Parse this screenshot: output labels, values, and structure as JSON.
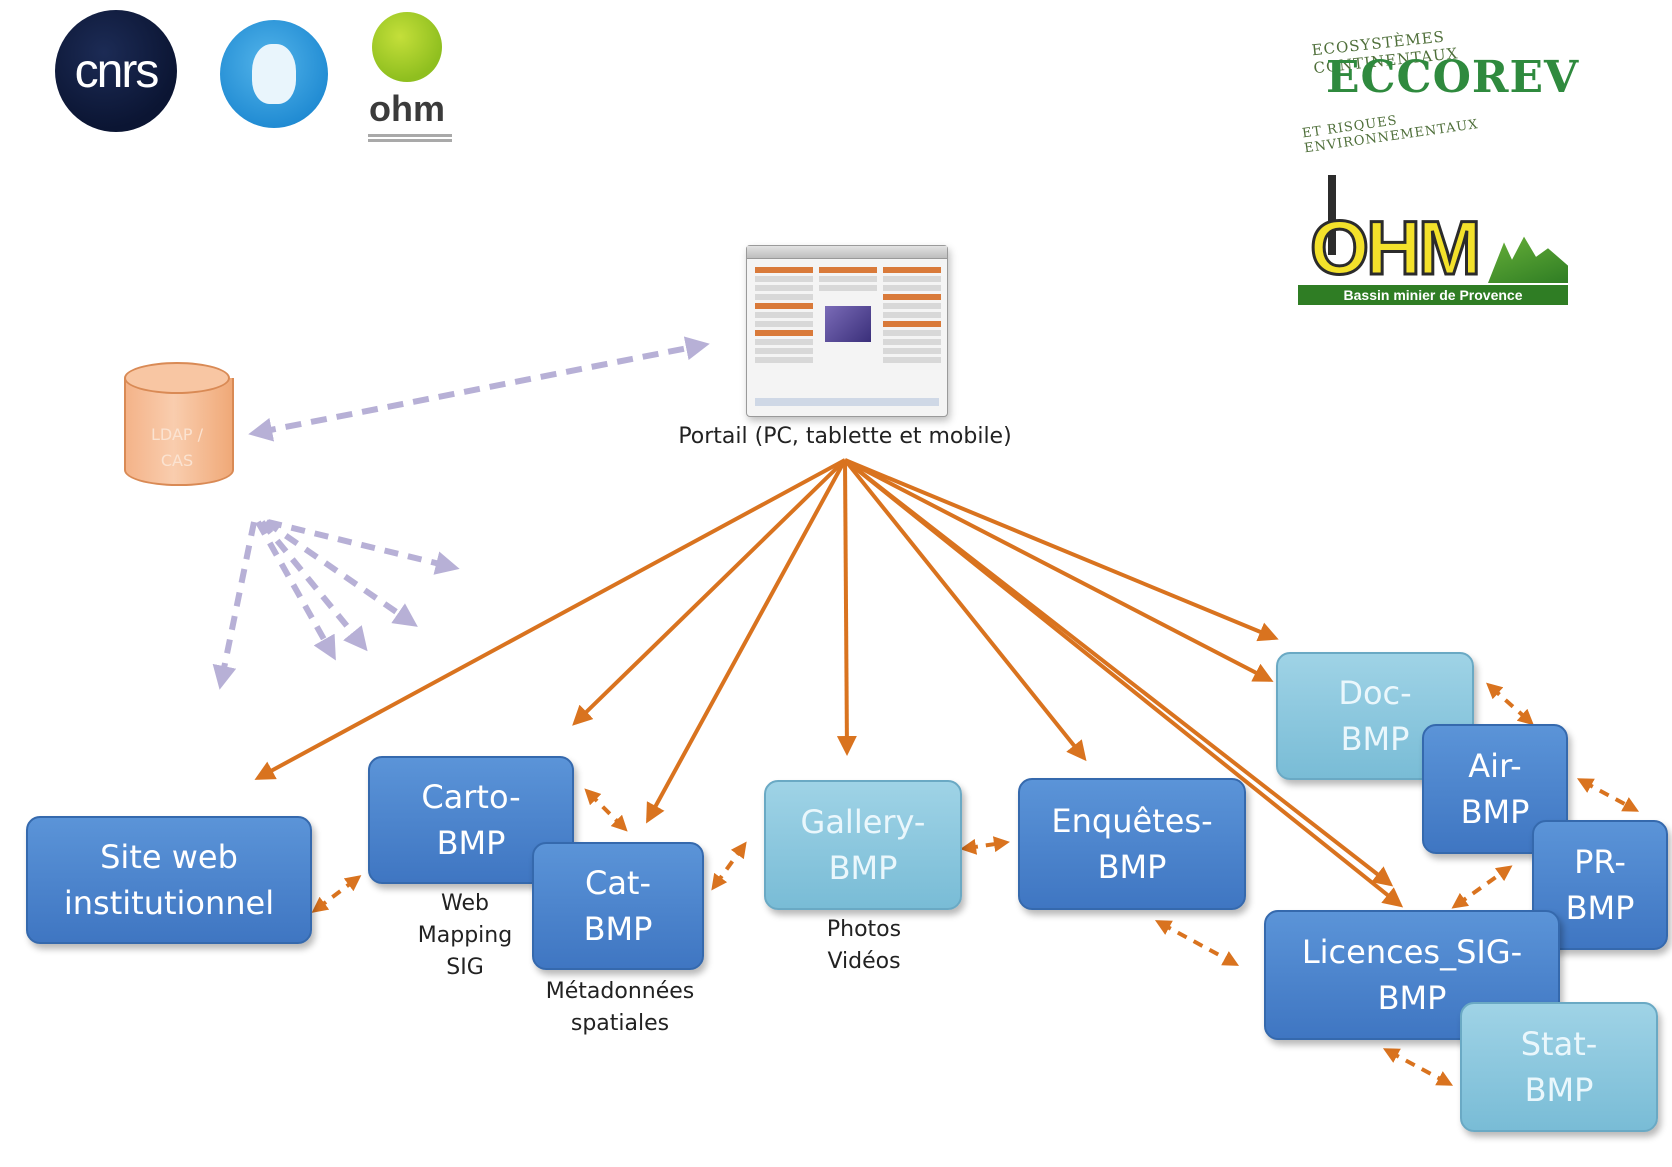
{
  "logos": {
    "cnrs": "cnrs",
    "ohm": "ohm",
    "eccorev_top": "ECOSYSTÈMES CONTINENTAUX",
    "eccorev_name": "ECCOREV",
    "eccorev_bottom": "ET RISQUES ENVIRONNEMENTAUX",
    "ohm_bmp_name": "OHM",
    "ohm_bmp_label": "Bassin minier de Provence"
  },
  "portal": {
    "label": "Portail (PC, tablette et mobile)"
  },
  "database": {
    "line1": "LDAP /",
    "line2": "CAS"
  },
  "boxes": {
    "site_web": [
      "Site web",
      "institutionnel"
    ],
    "carto": [
      "Carto-",
      "BMP"
    ],
    "cat": [
      "Cat-",
      "BMP"
    ],
    "gallery": [
      "Gallery-",
      "BMP"
    ],
    "enquetes": [
      "Enquêtes-",
      "BMP"
    ],
    "doc": [
      "Doc-",
      "BMP"
    ],
    "air": [
      "Air-",
      "BMP"
    ],
    "pr": [
      "PR-",
      "BMP"
    ],
    "licences": [
      "Licences_SIG-",
      "BMP"
    ],
    "stat": [
      "Stat-",
      "BMP"
    ]
  },
  "captions": {
    "carto": [
      "Web",
      "Mapping",
      "SIG"
    ],
    "cat": [
      "Métadonnées",
      "spatiales"
    ],
    "gallery": [
      "Photos",
      "Vidéos"
    ]
  },
  "colors": {
    "arrow": "#d9731f",
    "dashed": "#b7b0d6",
    "dark_box": "#4a82cc",
    "light_box": "#8cc8de",
    "db": "#f4b389"
  }
}
